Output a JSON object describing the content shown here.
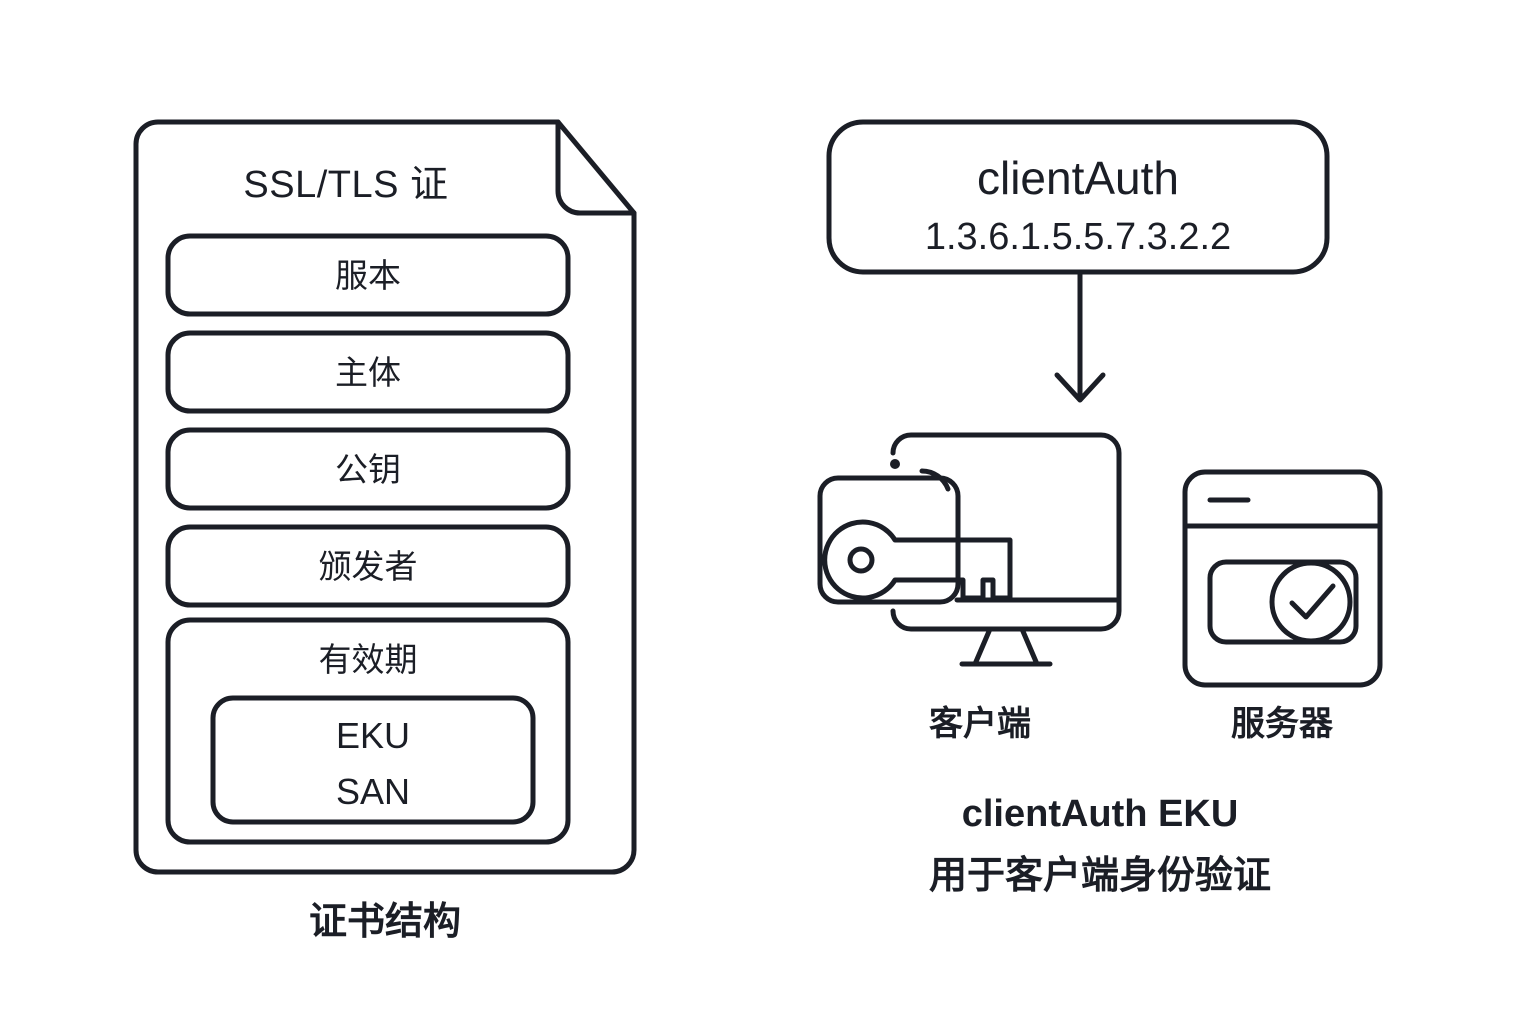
{
  "theme": {
    "background": "#ffffff",
    "stroke": "#1b1e26",
    "text": "#1b1e26"
  },
  "certificate": {
    "title": "SSL/TLS 证",
    "caption": "证书结构",
    "fields": [
      {
        "label": "服本"
      },
      {
        "label": "主体"
      },
      {
        "label": "公钥"
      },
      {
        "label": "颁发者"
      }
    ],
    "validity": {
      "label": "有效期",
      "extensions": [
        "EKU",
        "SAN"
      ]
    }
  },
  "eku_box": {
    "title": "clientAuth",
    "oid": "1.3.6.1.5.5.7.3.2.2"
  },
  "flow": {
    "arrow": "down-arrow-icon"
  },
  "nodes": [
    {
      "icon": "monitor-key-icon",
      "label": "客户端"
    },
    {
      "icon": "server-check-icon",
      "label": "服务器"
    }
  ],
  "footer": {
    "line1": "clientAuth EKU",
    "line2": "用于客户端身份验证"
  }
}
